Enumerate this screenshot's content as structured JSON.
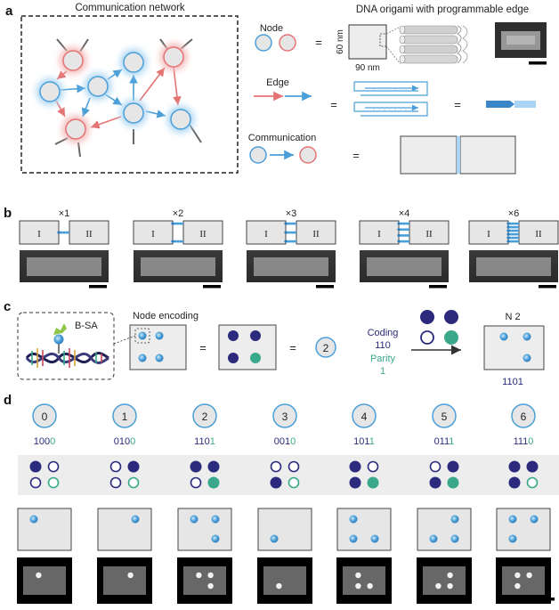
{
  "panel_a": {
    "letter": "a",
    "network_title": "Communication network",
    "node_label": "Node",
    "node_equals": "=",
    "origami_title": "DNA origami with programmable edge",
    "dim_height": "60 nm",
    "dim_width": "90 nm",
    "edge_label": "Edge",
    "edge_equals_1": "=",
    "edge_equals_2": "=",
    "communication_label": "Communication",
    "comm_equals": "="
  },
  "panel_b": {
    "letter": "b",
    "groups": [
      {
        "mult": "×1",
        "left": "I",
        "right": "II",
        "links": 1
      },
      {
        "mult": "×2",
        "left": "I",
        "right": "II",
        "links": 2
      },
      {
        "mult": "×3",
        "left": "I",
        "right": "II",
        "links": 3
      },
      {
        "mult": "×4",
        "left": "I",
        "right": "II",
        "links": 4
      },
      {
        "mult": "×6",
        "left": "I",
        "right": "II",
        "links": 6
      }
    ]
  },
  "panel_c": {
    "letter": "c",
    "bsa_label": "B-SA",
    "node_encoding_label": "Node encoding",
    "eq1": "=",
    "eq2": "=",
    "node_number": "2",
    "coding_label": "Coding",
    "coding_value": "110",
    "parity_label": "Parity",
    "parity_value": "1",
    "result_label": "N 2",
    "result_code": "1101"
  },
  "panel_d": {
    "letter": "d",
    "nodes": [
      {
        "num": "0",
        "data": "100",
        "parity": "0",
        "bits": [
          1,
          0,
          0,
          0
        ]
      },
      {
        "num": "1",
        "data": "010",
        "parity": "0",
        "bits": [
          0,
          1,
          0,
          0
        ]
      },
      {
        "num": "2",
        "data": "110",
        "parity": "1",
        "bits": [
          1,
          1,
          0,
          1
        ]
      },
      {
        "num": "3",
        "data": "001",
        "parity": "0",
        "bits": [
          0,
          0,
          1,
          0
        ]
      },
      {
        "num": "4",
        "data": "101",
        "parity": "1",
        "bits": [
          1,
          0,
          1,
          1
        ]
      },
      {
        "num": "5",
        "data": "011",
        "parity": "1",
        "bits": [
          0,
          1,
          1,
          1
        ]
      },
      {
        "num": "6",
        "data": "111",
        "parity": "0",
        "bits": [
          1,
          1,
          1,
          0
        ]
      }
    ]
  },
  "colors": {
    "blue_node": "#4a9fd8",
    "red_node": "#e57373",
    "navy_dot": "#2b2a7c",
    "teal_dot": "#3aa88a",
    "gray_fill": "#e6e6e6",
    "band": "#ededed"
  }
}
